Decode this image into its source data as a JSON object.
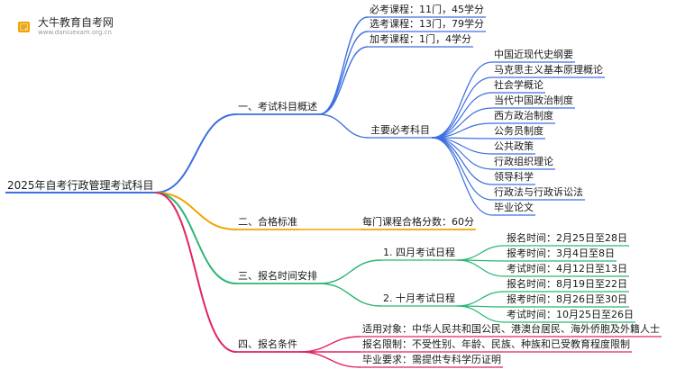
{
  "brand": {
    "title": "大牛教育自考网",
    "url": "www.daniuexam.org.cn"
  },
  "colors": {
    "blue": "#3d6fe0",
    "orange": "#f0a500",
    "green": "#2bb673",
    "red": "#e0245e"
  },
  "root": "2025年自考行政管理考试科目",
  "branches": {
    "b1": {
      "label": "一、考试科目概述",
      "bixiu": "必考课程：11门，45学分",
      "xuankao": "选考课程：13门，79学分",
      "jiakao": "加考课程：1门，4学分",
      "main_label": "主要必考科目",
      "subjects": [
        "中国近现代史纲要",
        "马克思主义基本原理概论",
        "社会学概论",
        "当代中国政治制度",
        "西方政治制度",
        "公务员制度",
        "公共政策",
        "行政组织理论",
        "领导科学",
        "行政法与行政诉讼法",
        "毕业论文"
      ]
    },
    "b2": {
      "label": "二、合格标准",
      "detail": "每门课程合格分数：60分"
    },
    "b3": {
      "label": "三、报名时间安排",
      "april": {
        "label": "1. 四月考试日程",
        "items": [
          "报名时间：2月25日至28日",
          "报考时间：3月4日至8日",
          "考试时间：4月12日至13日"
        ]
      },
      "october": {
        "label": "2. 十月考试日程",
        "items": [
          "报名时间：8月19日至22日",
          "报考时间：8月26日至30日",
          "考试时间：10月25日至26日"
        ]
      }
    },
    "b4": {
      "label": "四、报名条件",
      "items": [
        "适用对象：中华人民共和国公民、港澳台居民、海外侨胞及外籍人士",
        "报名限制：不受性别、年龄、民族、种族和已受教育程度限制",
        "毕业要求：需提供专科学历证明"
      ]
    }
  }
}
